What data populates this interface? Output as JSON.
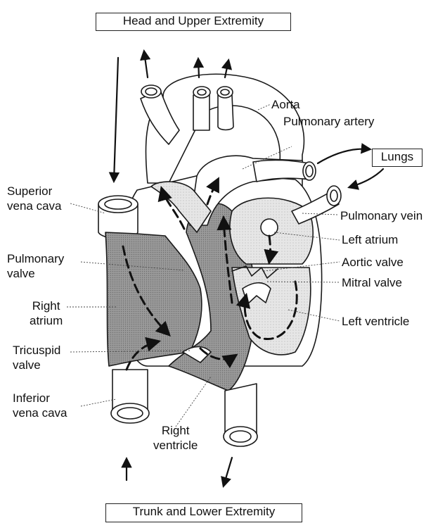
{
  "boxes": {
    "head": "Head and Upper Extremity",
    "lungs": "Lungs",
    "trunk": "Trunk and Lower Extremity"
  },
  "labels": {
    "aorta": "Aorta",
    "pulmonary_artery": "Pulmonary artery",
    "superior_vena_cava": "Superior\nvena cava",
    "pulmonary_vein": "Pulmonary vein",
    "left_atrium": "Left atrium",
    "pulmonary_valve": "Pulmonary\nvalve",
    "aortic_valve": "Aortic valve",
    "mitral_valve": "Mitral valve",
    "right_atrium": "Right\natrium",
    "left_ventricle": "Left ventricle",
    "tricuspid_valve": "Tricuspid\nvalve",
    "inferior_vena_cava": "Inferior\nvena cava",
    "right_ventricle": "Right\nventricle"
  },
  "colors": {
    "outline": "#1a1a1a",
    "deoxygenated_fill": "#8d8d8d",
    "oxygenated_fill": "#e2e2e2"
  }
}
